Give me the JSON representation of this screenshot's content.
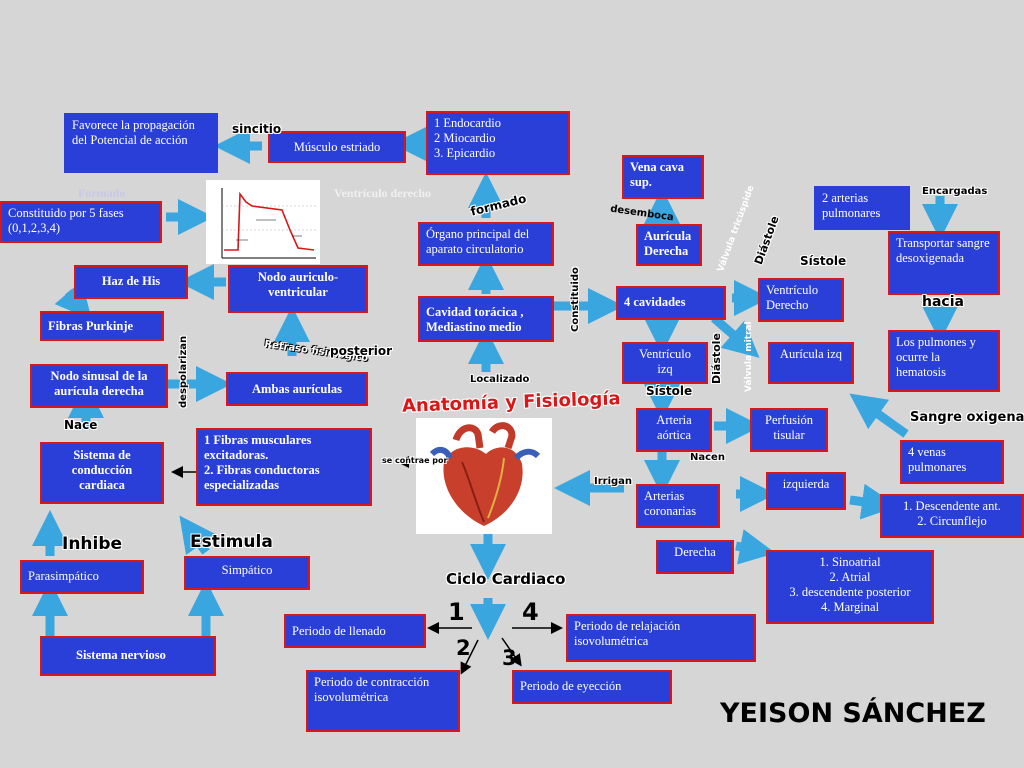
{
  "title": "Anatomía y Fisiología",
  "author": "YEISON SÁNCHEZ",
  "nodes": {
    "favorece": "Favorece la propagación del Potencial de acción",
    "musculo": "Músculo estriado",
    "capas": "1 Endocardio\n2 Miocardio\n3. Epicardio",
    "vena_cava": "Vena cava sup.",
    "arterias_pulm": "2 arterias pulmonares",
    "fases": "Constituido por 5 fases (0,1,2,3,4)",
    "organo": "Órgano principal del aparato circulatorio",
    "auricula_der": "Aurícula Derecha",
    "transportar": "Transportar sangre desoxigenada",
    "haz_his": "Haz de His",
    "nodo_av": "Nodo auriculo-ventricular",
    "cavidad": "Cavidad torácica , Mediastino medio",
    "cuatro_cav": "4 cavidades",
    "ventriculo_der": "Ventrículo Derecho",
    "fibras_purk": "Fibras Purkinje",
    "pulmones": "Los pulmones y ocurre la hematosis",
    "nodo_sinusal": "Nodo sinusal de la aurícula derecha",
    "ambas_aur": "Ambas aurículas",
    "ventriculo_izq": "Ventrículo izq",
    "auricula_izq": "Aurícula izq",
    "arteria_aort": "Arteria aórtica",
    "perfusion": "Perfusión tisular",
    "sistema_cond": "Sistema de conducción cardiaca",
    "fibras_musc": "1 Fibras musculares excitadoras.\n2. Fibras conductoras especializadas",
    "venas_pulm": "4 venas pulmonares",
    "arterias_cor": "Arterias coronarias",
    "izquierda": "izquierda",
    "descendente": "1. Descendente ant.\n2. Circunflejo",
    "derecha": "Derecha",
    "parasimpatico": "Parasimpático",
    "simpatico": "Simpático",
    "ramas_der": "1. Sinoatrial\n2. Atrial\n3. descendente posterior\n4. Marginal",
    "sistema_nerv": "Sistema nervioso",
    "llenado": "Periodo de llenado",
    "relajacion": "Periodo de relajación isovolumétrica",
    "contraccion": "Periodo de contracción isovolumétrica",
    "eyeccion": "Periodo de eyección"
  },
  "labels": {
    "sincitio": "sincitio",
    "formado": "formado",
    "formado_faint": "Formado",
    "ventriculo_derecho_faint": "Ventrículo derecho",
    "desemboca": "desemboca",
    "valvula_tric": "Válvula tricúspide",
    "diastole1": "Diástole",
    "sistole1": "Sístole",
    "encargadas": "Encargadas",
    "hacia": "hacia",
    "constituido": "Constituido",
    "retraso": "Retraso fisiológico",
    "posterior": "posterior",
    "despolarizan": "despolarizan",
    "localizado": "Localizado",
    "diastole2": "Diástole",
    "valvula_mitral": "Válvula mitral",
    "sistole2": "Sístole",
    "sangre_ox": "Sangre oxigenada",
    "nace1": "Nace",
    "nacen": "Nacen",
    "se_contrae": "se contrae por",
    "irrigan": "Irrigan",
    "inhibe": "Inhibe",
    "estimula": "Estimula",
    "ciclo": "Ciclo Cardiaco",
    "n1": "1",
    "n2": "2",
    "n3": "3",
    "n4": "4"
  },
  "colors": {
    "box_fill": "#2a3fd8",
    "box_border": "#d81818",
    "arrow": "#3aa6e0",
    "title": "#d81818"
  }
}
